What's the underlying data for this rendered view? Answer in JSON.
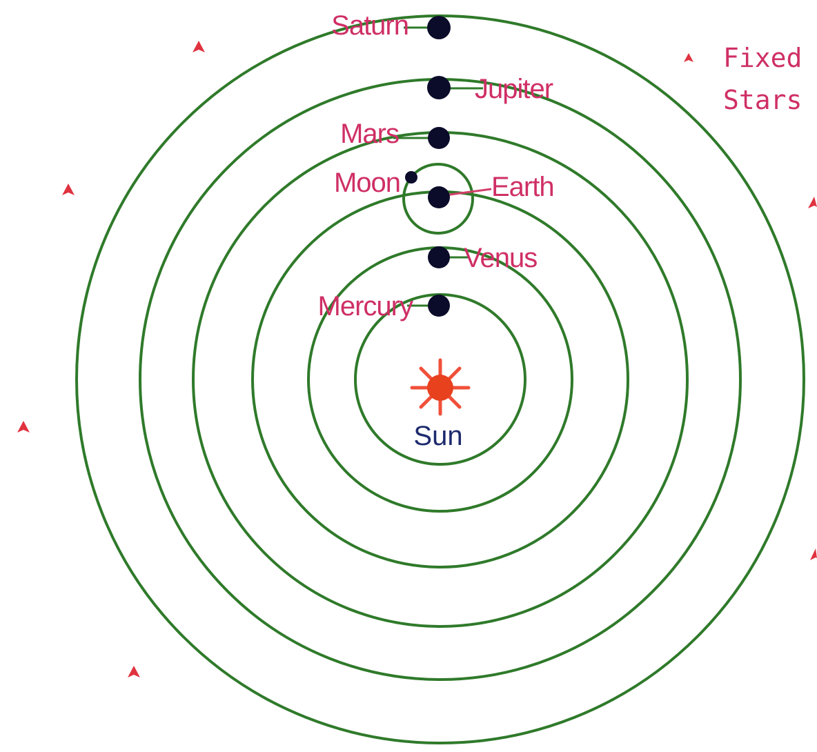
{
  "diagram": {
    "center_body": {
      "label": "Sun",
      "icon": "sun-icon"
    },
    "planets": [
      {
        "label": "Mercury",
        "orbit_order": 1
      },
      {
        "label": "Venus",
        "orbit_order": 2
      },
      {
        "label": "Earth",
        "orbit_order": 3
      },
      {
        "label": "Mars",
        "orbit_order": 4
      },
      {
        "label": "Jupiter",
        "orbit_order": 5
      },
      {
        "label": "Saturn",
        "orbit_order": 6
      }
    ],
    "moon": {
      "label": "Moon",
      "orbits": "Earth"
    },
    "fixed_stars": {
      "label_line1": "Fixed",
      "label_line2": "Stars",
      "icon": "star-icon"
    },
    "colors": {
      "orbit": "#2f7a2a",
      "planet": "#0b0b2a",
      "label": "#cf2f66",
      "sun": "#e8411e",
      "sun_label": "#1d2a6e",
      "star": "#e0323f"
    }
  }
}
